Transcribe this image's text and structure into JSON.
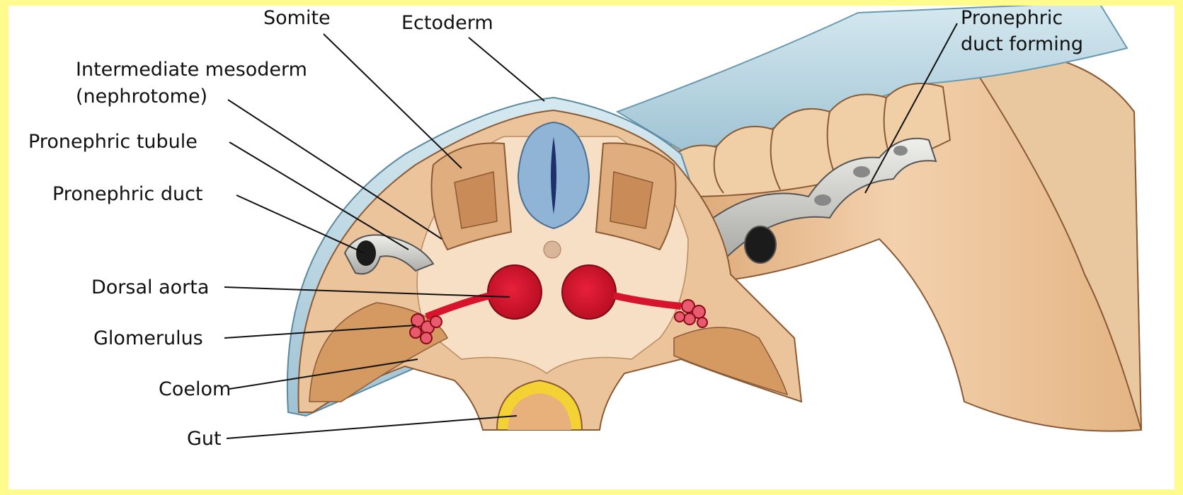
{
  "labels": {
    "somite": "Somite",
    "ectoderm": "Ectoderm",
    "pronephric_duct_forming_1": "Pronephric",
    "pronephric_duct_forming_2": "duct forming",
    "intermediate_mesoderm_1": "Intermediate mesoderm",
    "intermediate_mesoderm_2": "(nephrotome)",
    "pronephric_tubule": "Pronephric tubule",
    "pronephric_duct": "Pronephric duct",
    "dorsal_aorta": "Dorsal aorta",
    "glomerulus": "Glomerulus",
    "coelom": "Coelom",
    "gut": "Gut"
  },
  "colors": {
    "frame": "#fffb8c",
    "ectoderm": "#b9d6e3",
    "mesoderm": "#e9bf94",
    "tissue_light": "#f6dfc4",
    "aorta": "#d8142c",
    "gut": "#f5d233",
    "neural_tube": "#8fb4d6",
    "duct": "#c9c9c6"
  }
}
